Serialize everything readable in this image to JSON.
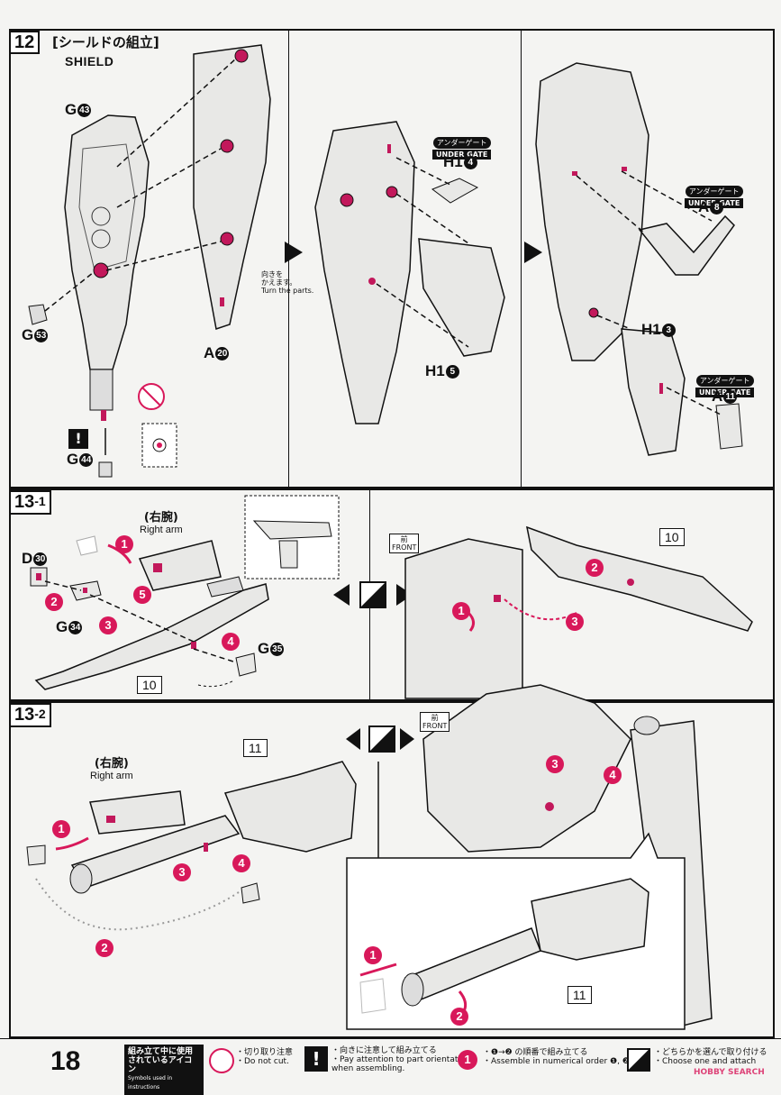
{
  "page_number": "18",
  "step12": {
    "number": "12",
    "title_jp": "[シールドの組立]",
    "title_en": "SHIELD",
    "parts": {
      "g43": {
        "letter": "G",
        "num": "43"
      },
      "g53": {
        "letter": "G",
        "num": "53"
      },
      "a20": {
        "letter": "A",
        "num": "20"
      },
      "g44": {
        "letter": "G",
        "num": "44"
      },
      "h1_4": {
        "letter": "H1",
        "num": "4"
      },
      "h1_5": {
        "letter": "H1",
        "num": "5"
      },
      "a8": {
        "letter": "A",
        "num": "8"
      },
      "h1_3": {
        "letter": "H1",
        "num": "3"
      },
      "a11": {
        "letter": "A",
        "num": "11"
      }
    },
    "under_gate_jp": "アンダーゲート",
    "under_gate_en": "UNDER GATE",
    "turn_jp": "向きを\nかえます。",
    "turn_en": "Turn the parts."
  },
  "step13_1": {
    "number": "13",
    "sub": "-1",
    "right_arm_jp": "(右腕)",
    "right_arm_en": "Right arm",
    "parts": {
      "d30": {
        "letter": "D",
        "num": "30"
      },
      "g34": {
        "letter": "G",
        "num": "34"
      },
      "g35": {
        "letter": "G",
        "num": "35"
      }
    },
    "box_label": "10",
    "box_label_right": "10",
    "front_jp": "前",
    "front_en": "FRONT"
  },
  "step13_2": {
    "number": "13",
    "sub": "-2",
    "right_arm_jp": "(右腕)",
    "right_arm_en": "Right arm",
    "box_label": "11",
    "box_label_inset": "11",
    "front_jp": "前",
    "front_en": "FRONT"
  },
  "footer": {
    "icons_jp": "組み立て中に使用\nされているアイコン",
    "icons_en": "Symbols used in instructions",
    "cut_jp": "・切り取り注意",
    "cut_en": "・Do not cut.",
    "orient_jp": "・向きに注意して組み立てる",
    "orient_en": "・Pay attention to part orientation\n when assembling.",
    "order_jp": "・❶→❷ の順番で組み立てる",
    "order_en": "・Assemble in numerical order ❶, ❷...",
    "choose_jp": "・どちらかを選んで取り付ける",
    "choose_en": "・Choose one and attach"
  },
  "watermark": "HOBBY SEARCH",
  "colors": {
    "accent": "#d8185a",
    "ink": "#111111",
    "paper": "#f4f4f2",
    "part_fill": "#e6e6e4"
  }
}
